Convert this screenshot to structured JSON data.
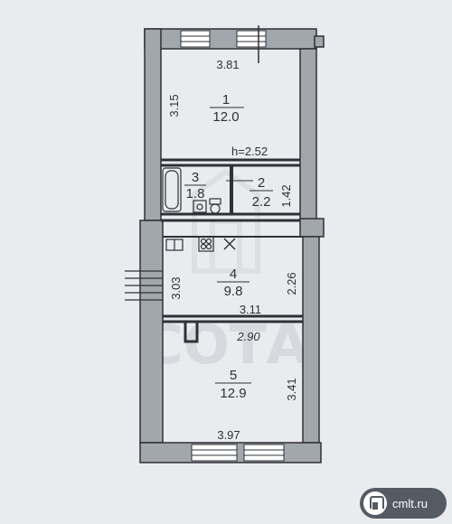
{
  "watermark": "СОТА",
  "site_badge": {
    "text": "cmlt.ru",
    "icon": "house-icon"
  },
  "ceiling_height": "h=2.52",
  "rooms": [
    {
      "number": "1",
      "area": "12.0"
    },
    {
      "number": "2",
      "area": "2.2"
    },
    {
      "number": "3",
      "area": "1.8"
    },
    {
      "number": "4",
      "area": "9.8"
    },
    {
      "number": "5",
      "area": "12.9"
    }
  ],
  "dimensions": {
    "room1_width": "3.81",
    "room1_height": "3.15",
    "room2_height": "1.42",
    "room4_left": "3.03",
    "room4_right": "2.26",
    "room4_width": "3.11",
    "room5_top": "2.90",
    "room5_right": "3.41",
    "room5_bottom": "3.97"
  }
}
